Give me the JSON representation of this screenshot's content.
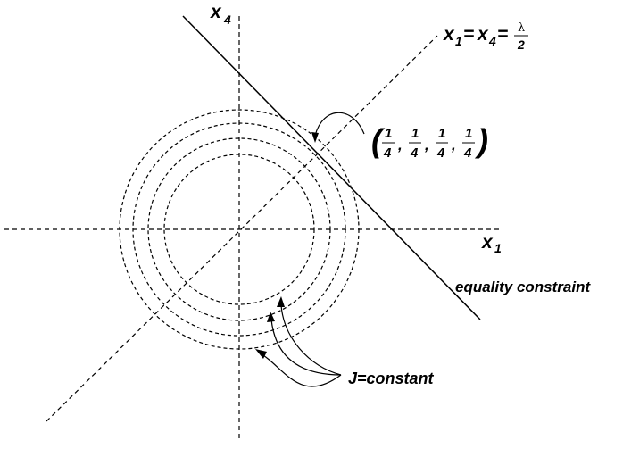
{
  "axes": {
    "x1_label": "x",
    "x1_sub": "1",
    "x4_label": "x",
    "x4_sub": "4"
  },
  "diagonal_label": {
    "x_a": "x",
    "sub_a": "1",
    "eq1": "=",
    "x_b": "x",
    "sub_b": "4",
    "eq2": "=",
    "numerator": "λ",
    "denominator": "2"
  },
  "point_label": {
    "open_paren": "(",
    "close_paren": ")",
    "fractions": [
      {
        "num": "1",
        "den": "4"
      },
      {
        "num": "1",
        "den": "4"
      },
      {
        "num": "1",
        "den": "4"
      },
      {
        "num": "1",
        "den": "4"
      }
    ],
    "separator": ","
  },
  "constraint_label": "equality constraint",
  "contour_label": "J=constant",
  "colors": {
    "ink": "#000000",
    "background": "#ffffff"
  }
}
